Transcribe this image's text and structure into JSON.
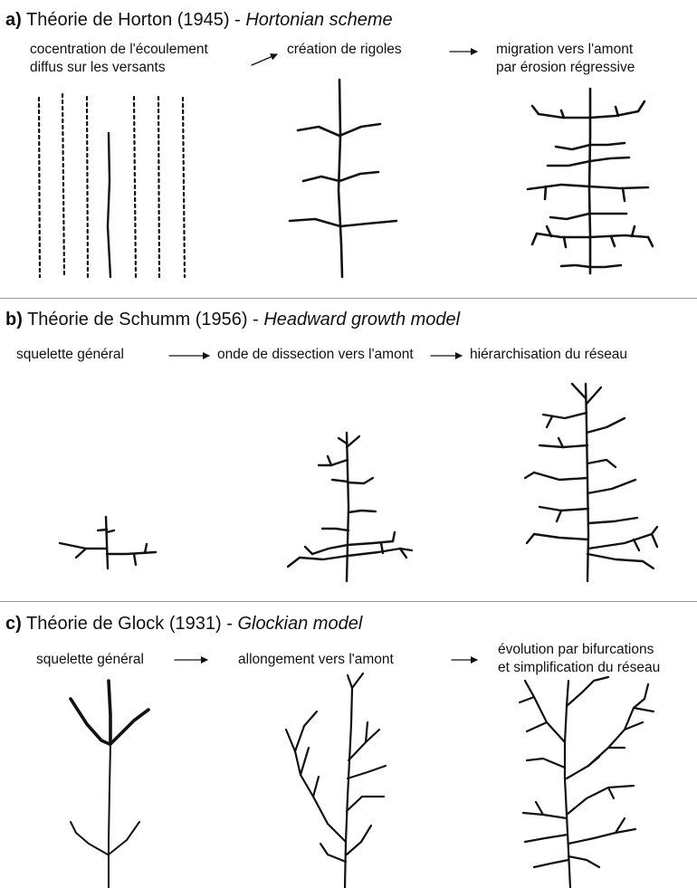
{
  "sections": [
    {
      "id": "a",
      "letter": "a)",
      "title": "Théorie de Horton (1945) - ",
      "subtitle": "Hortonian scheme",
      "captions": [
        "cocentration de l'écoulement\ndiffus sur les versants",
        "création de rigoles",
        "migration vers l'amont\npar érosion régressive"
      ]
    },
    {
      "id": "b",
      "letter": "b)",
      "title": "Théorie de Schumm (1956) - ",
      "subtitle": "Headward growth model",
      "captions": [
        "squelette général",
        "onde de dissection vers l'amont",
        "hiérarchisation du réseau"
      ]
    },
    {
      "id": "c",
      "letter": "c)",
      "title": "Théorie de Glock (1931) - ",
      "subtitle": "Glockian model",
      "captions": [
        "squelette général",
        "allongement vers l'amont",
        "évolution par bifurcations\net simplification du réseau"
      ]
    }
  ],
  "colors": {
    "ink": "#111111",
    "divider": "#9a9a9a",
    "background": "#ffffff"
  },
  "icons": {
    "arrow": "right-arrow-icon"
  }
}
